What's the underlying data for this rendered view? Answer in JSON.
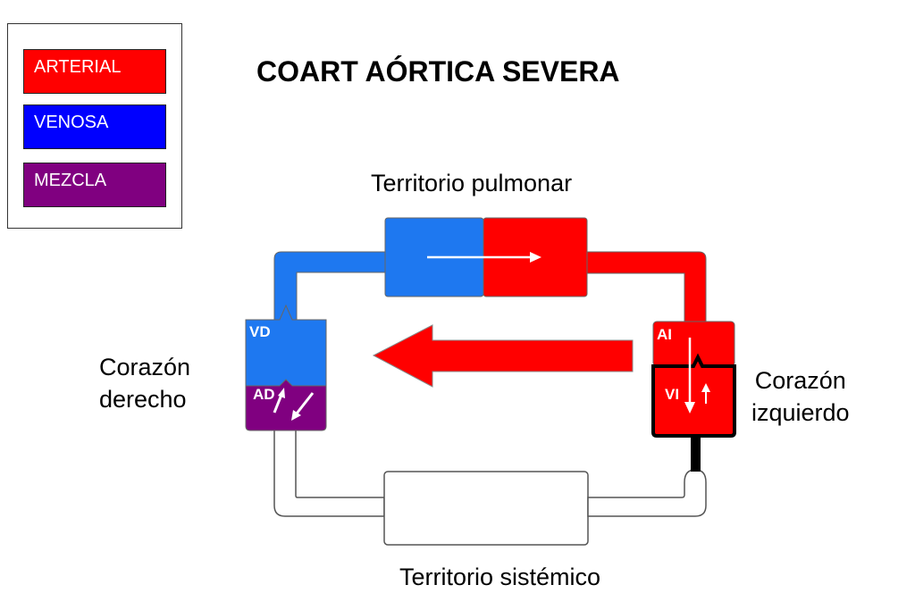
{
  "title": "COART AÓRTICA SEVERA",
  "legend": {
    "items": [
      {
        "label": "ARTERIAL",
        "color": "#ff0000"
      },
      {
        "label": "VENOSA",
        "color": "#0000ff"
      },
      {
        "label": "MEZCLA",
        "color": "#800080"
      }
    ]
  },
  "labels": {
    "pulmonary": "Territorio pulmonar",
    "systemic": "Territorio sistémico",
    "right_heart": [
      "Corazón",
      "derecho"
    ],
    "left_heart": [
      "Corazón",
      "izquierdo"
    ]
  },
  "chambers": {
    "vd": "VD",
    "ad": "AD",
    "ai": "AI",
    "vi": "VI"
  },
  "colors": {
    "arterial": "#ff0000",
    "venous_light": "#1e78f0",
    "mixed": "#800080",
    "vessel_empty": "#ffffff",
    "vessel_border": "#555555"
  }
}
